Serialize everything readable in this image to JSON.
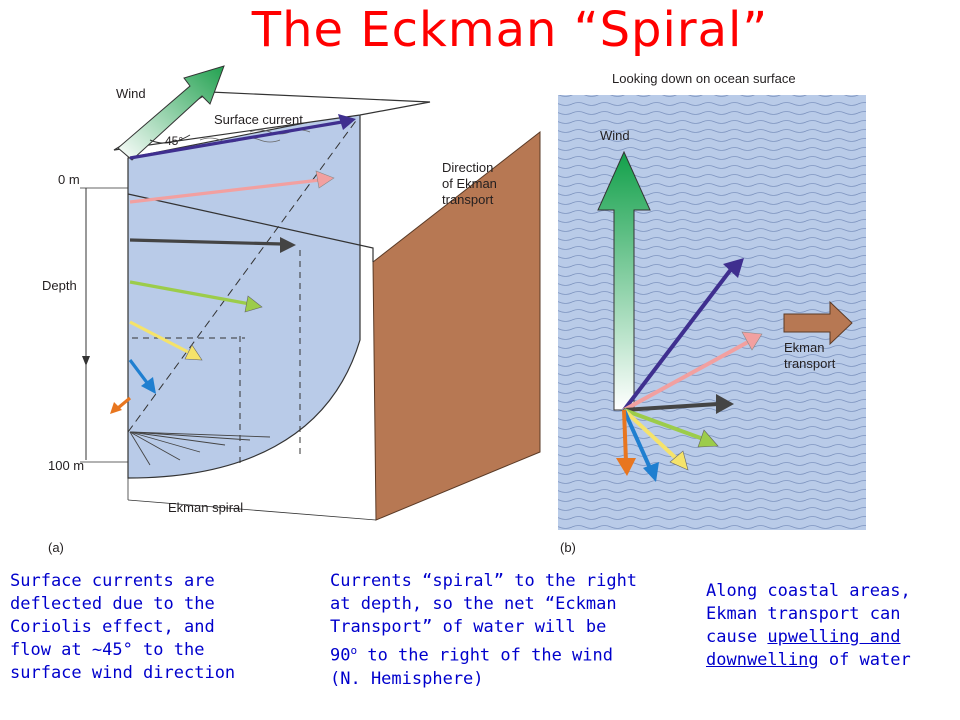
{
  "title": "The Eckman “Spiral”",
  "panel_a": {
    "wind_label": "Wind",
    "angle_label": "45°",
    "surface_current_label": "Surface current",
    "depth_top_label": "0 m",
    "depth_label": "Depth",
    "depth_bottom_label": "100 m",
    "transport_label_line1": "Direction",
    "transport_label_line2": "of Ekman",
    "transport_label_line3": "transport",
    "spiral_label": "Ekman spiral",
    "panel_tag": "(a)"
  },
  "panel_b": {
    "header": "Looking down on ocean surface",
    "wind_label": "Wind",
    "transport_label_line1": "Ekman",
    "transport_label_line2": "transport",
    "panel_tag": "(b)"
  },
  "captions": {
    "left_line1": "Surface currents are",
    "left_line2": "deflected due to the",
    "left_line3": "Coriolis effect, and",
    "left_line4": "flow at ~45° to the",
    "left_line5": "surface wind direction",
    "middle_line1": "Currents “spiral” to the right",
    "middle_line2": "at depth, so the net “Eckman",
    "middle_line3": "Transport” of water will be",
    "middle_line4a": "90",
    "middle_line4_sup": "o",
    "middle_line4b": " to the right of the wind",
    "middle_line5": "(N. Hemisphere)",
    "right_line1": "Along coastal areas,",
    "right_line2": "Ekman transport can",
    "right_line3a": "cause ",
    "right_link1": "upwelling and",
    "right_link2": "downwelling",
    "right_line4b": " of water"
  },
  "colors": {
    "title": "#ff0000",
    "caption": "#0000cc",
    "water": "#b9cbe8",
    "land": "#b77853",
    "arrow_surface": "#3f2f8f",
    "arrow_2": "#f2a0a0",
    "arrow_3": "#444444",
    "arrow_4": "#9ccc4a",
    "arrow_5": "#f5e36a",
    "arrow_6": "#1f7fd0",
    "arrow_7": "#e8761f"
  }
}
